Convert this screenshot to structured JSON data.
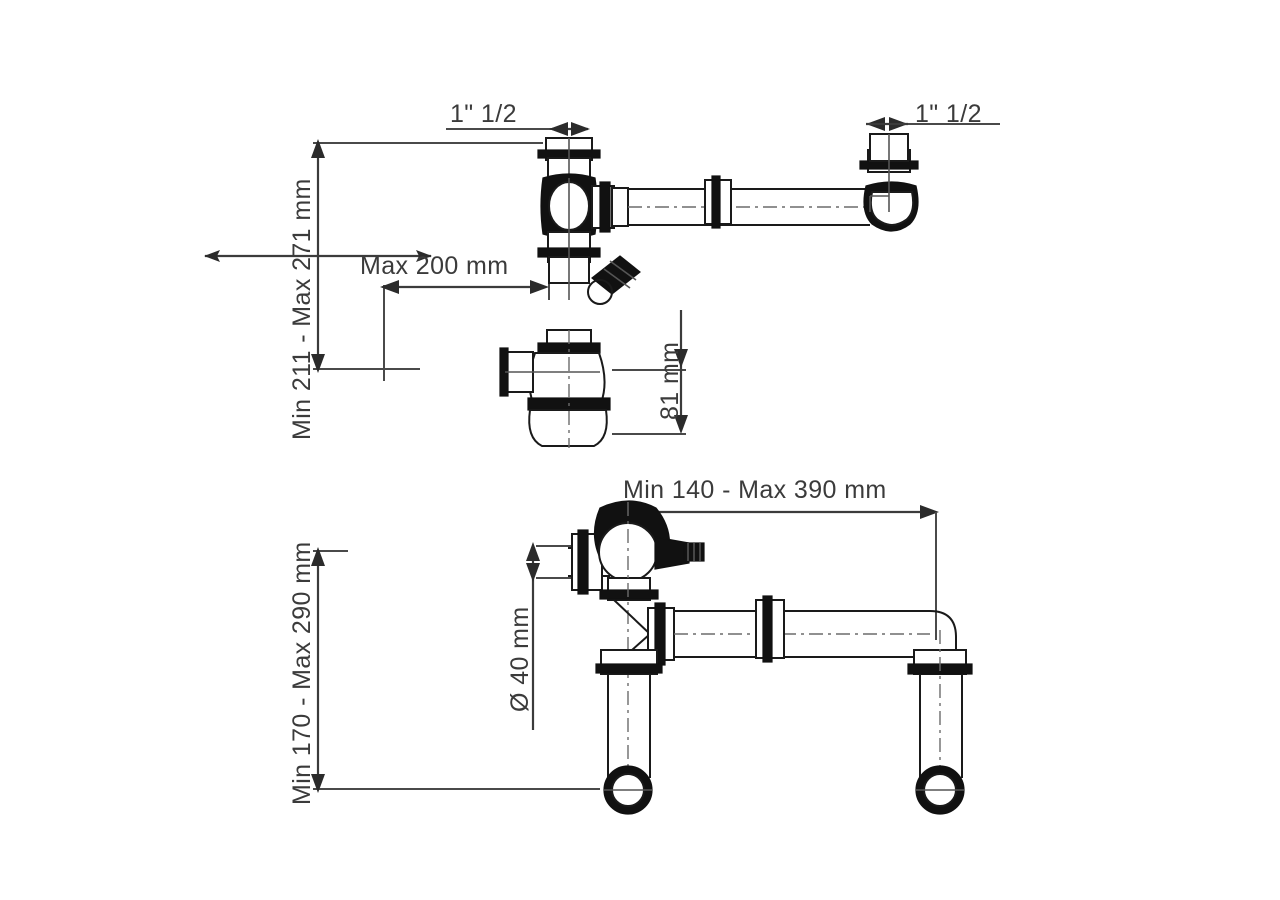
{
  "drawing": {
    "title": "Bottle trap / siphon installation dimension drawing",
    "background_color": "#ffffff",
    "line_color": "#1a1a1a",
    "text_color": "#3b3b3b",
    "views": [
      {
        "name": "upper-view",
        "description": "Side elevation with bottle trap and horizontal outlet pipe"
      },
      {
        "name": "lower-view",
        "description": "Side elevation with tee body and two vertical drop pipes"
      }
    ]
  },
  "dimensions": {
    "upper": {
      "height_label": "Min 211 - Max 271 mm",
      "offset_label": "Max 200 mm",
      "trap_height_label": "81 mm",
      "inlet_thread_label": "1\" 1/2",
      "outlet_thread_label": "1\" 1/2"
    },
    "lower": {
      "height_label": "Min 170 - Max 290 mm",
      "span_label": "Min 140 - Max 390 mm",
      "pipe_diameter_label": "Ø 40 mm"
    }
  }
}
